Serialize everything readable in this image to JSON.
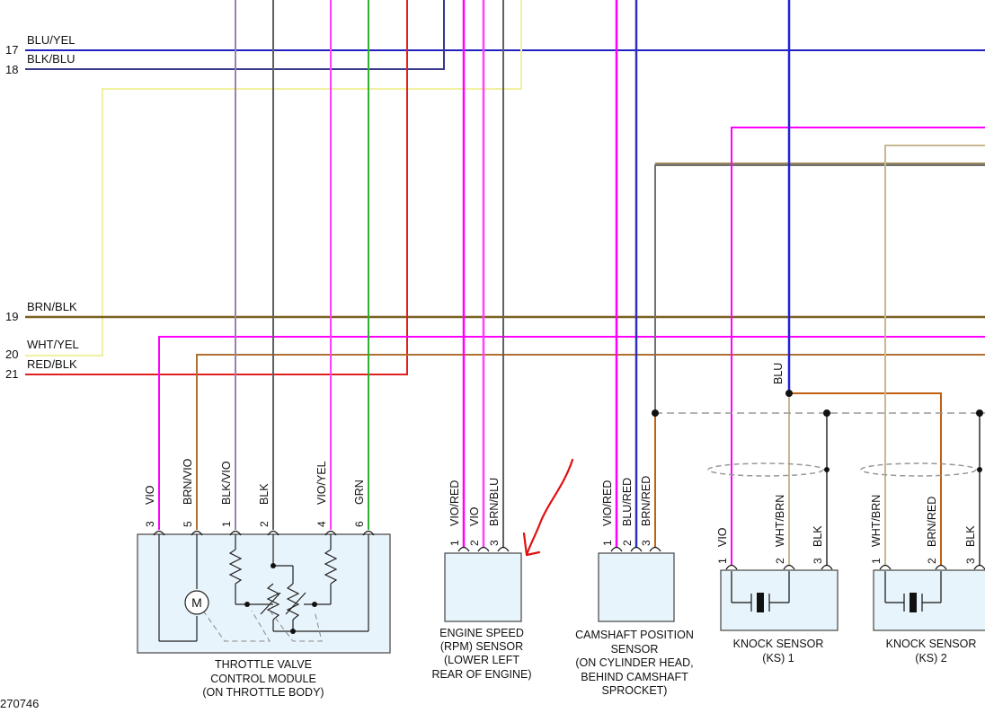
{
  "wires": {
    "w17": {
      "num": "17",
      "label": "BLU/YEL"
    },
    "w18": {
      "num": "18",
      "label": "BLK/BLU"
    },
    "w19": {
      "num": "19",
      "label": "BRN/BLK"
    },
    "w20": {
      "num": "20",
      "label": "WHT/YEL"
    },
    "w21": {
      "num": "21",
      "label": "RED/BLK"
    }
  },
  "junction_label": "BLU",
  "throttle": {
    "pins": [
      {
        "num": "3",
        "color": "VIO"
      },
      {
        "num": "5",
        "color": "BRN/VIO"
      },
      {
        "num": "1",
        "color": "BLK/VIO"
      },
      {
        "num": "2",
        "color": "BLK"
      },
      {
        "num": "4",
        "color": "VIO/YEL"
      },
      {
        "num": "6",
        "color": "GRN"
      }
    ],
    "motor_symbol": "M",
    "caption": [
      "THROTTLE VALVE",
      "CONTROL MODULE",
      "(ON THROTTLE BODY)"
    ]
  },
  "rpm_sensor": {
    "pins": [
      {
        "num": "1",
        "color": "VIO/RED"
      },
      {
        "num": "2",
        "color": "VIO"
      },
      {
        "num": "3",
        "color": "BRN/BLU"
      }
    ],
    "caption": [
      "ENGINE SPEED",
      "(RPM) SENSOR",
      "(LOWER LEFT",
      "REAR OF ENGINE)"
    ]
  },
  "cam_sensor": {
    "pins": [
      {
        "num": "1",
        "color": "VIO/RED"
      },
      {
        "num": "2",
        "color": "BLU/RED"
      },
      {
        "num": "3",
        "color": "BRN/RED"
      }
    ],
    "caption": [
      "CAMSHAFT POSITION",
      "SENSOR",
      "(ON CYLINDER HEAD,",
      "BEHIND CAMSHAFT",
      "SPROCKET)"
    ]
  },
  "knock1": {
    "pins": [
      {
        "num": "1",
        "color": "VIO"
      },
      {
        "num": "2",
        "color": "WHT/BRN"
      },
      {
        "num": "3",
        "color": "BLK"
      }
    ],
    "caption": [
      "KNOCK SENSOR",
      "(KS) 1"
    ]
  },
  "knock2": {
    "pins": [
      {
        "num": "1",
        "color": "WHT/BRN"
      },
      {
        "num": "2",
        "color": "BRN/RED"
      },
      {
        "num": "3",
        "color": "BLK"
      }
    ],
    "caption": [
      "KNOCK SENSOR",
      "(KS) 2"
    ]
  },
  "figure_id": "270746",
  "colors": {
    "blu": "#2020c0",
    "blk_blu": "#3a3a8c",
    "yel": "#f0f0a0",
    "brn_blk": "#7a6020",
    "vio": "#ff00ff",
    "brn": "#b07030",
    "red": "#e02020",
    "gray": "#606060",
    "grn": "#30b030",
    "tan": "#c8b890",
    "orange_brn": "#c06010",
    "box_fill": "#e8f4fb"
  }
}
